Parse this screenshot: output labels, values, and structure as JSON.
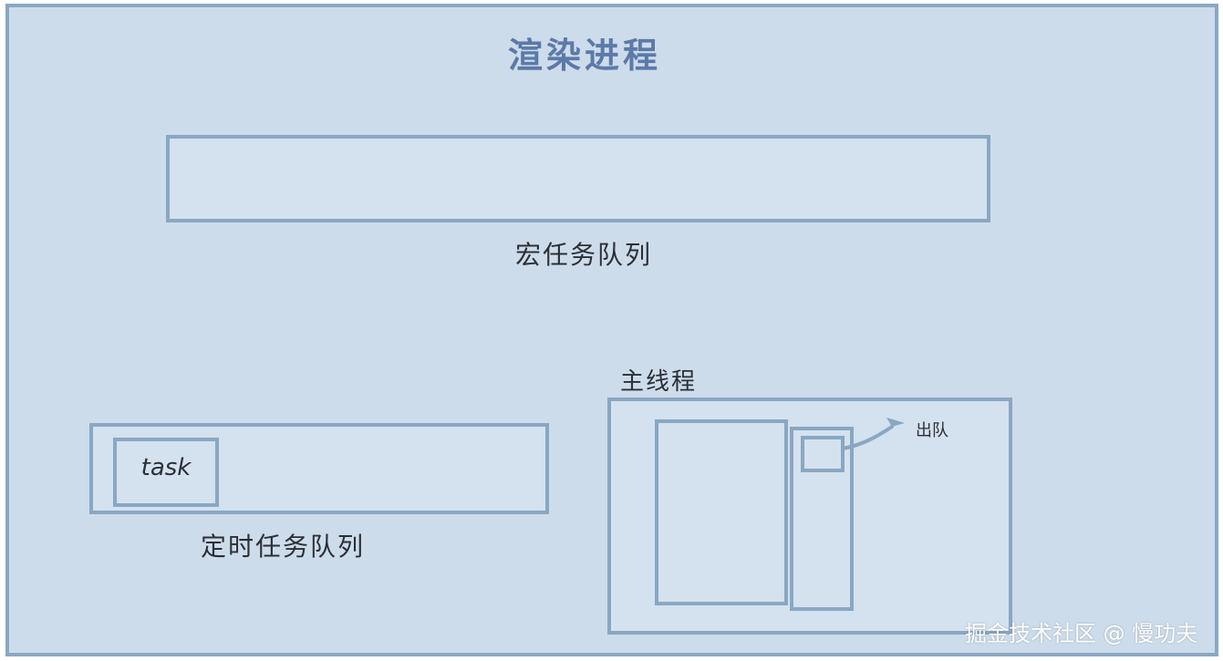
{
  "diagram": {
    "title": "渲染进程",
    "macro_queue": {
      "label": "宏任务队列"
    },
    "timer_queue": {
      "label": "定时任务队列",
      "task_label": "task"
    },
    "main_thread": {
      "label": "主线程",
      "dequeue_label": "出队"
    },
    "watermark": "掘金技术社区 @ 慢功夫"
  },
  "colors": {
    "background": "#cddceb",
    "border": "#8aa7c2",
    "title": "#5b7aa8",
    "text": "#2b2f36"
  }
}
